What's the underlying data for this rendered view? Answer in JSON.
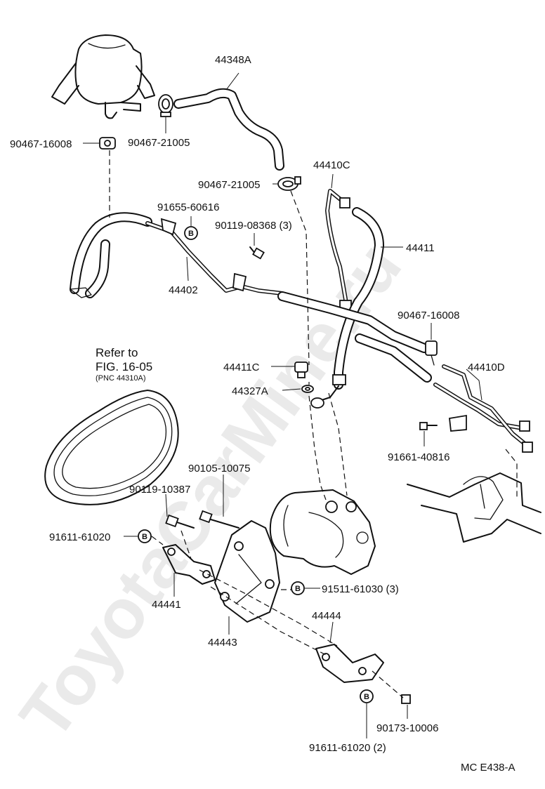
{
  "watermark": "ToyotaCarMine.ru",
  "diagram_code": "MC  E438-A",
  "refer": {
    "line1": "Refer to",
    "line2": "FIG. 16-05",
    "line3": "(PNC 44310A)"
  },
  "badge_letter": "B",
  "labels": {
    "p44348A": "44348A",
    "p90467_16008_a": "90467-16008",
    "p90467_21005_a": "90467-21005",
    "p90467_21005_b": "90467-21005",
    "p44410C": "44410C",
    "p91655_60616": "91655-60616",
    "p90119_08368": "90119-08368 (3)",
    "p44411": "44411",
    "p44402": "44402",
    "p90467_16008_b": "90467-16008",
    "p44411C": "44411C",
    "p44410D": "44410D",
    "p44327A": "44327A",
    "p91661_40816": "91661-40816",
    "p90105_10075": "90105-10075",
    "p90119_10387": "90119-10387",
    "p91611_61020_a": "91611-61020",
    "p91511_61030": "91511-61030 (3)",
    "p44441": "44441",
    "p44444": "44444",
    "p44443": "44443",
    "p90173_10006": "90173-10006",
    "p91611_61020_b": "91611-61020 (2)"
  }
}
